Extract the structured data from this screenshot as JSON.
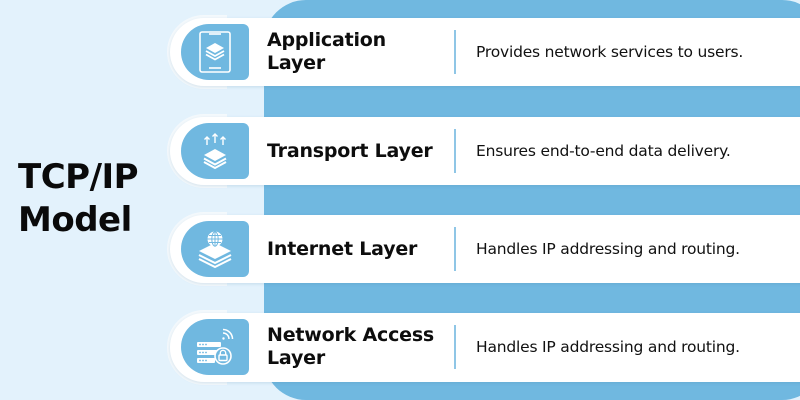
{
  "title": {
    "line1": "TCP/IP",
    "line2": "Model"
  },
  "colors": {
    "background": "#e3f2fc",
    "panel": "#70b8e0",
    "card": "#ffffff",
    "divider": "#8fc6e6"
  },
  "layers": [
    {
      "name": "Application Layer",
      "description": "Provides network services to users.",
      "icon": "mobile-layers-icon"
    },
    {
      "name": "Transport Layer",
      "description": "Ensures end-to-end data delivery.",
      "icon": "layers-upload-icon"
    },
    {
      "name": "Internet Layer",
      "description": "Handles IP addressing and routing.",
      "icon": "globe-layers-icon"
    },
    {
      "name": "Network Access Layer",
      "description": "Handles IP addressing and routing.",
      "icon": "server-lock-icon"
    }
  ]
}
